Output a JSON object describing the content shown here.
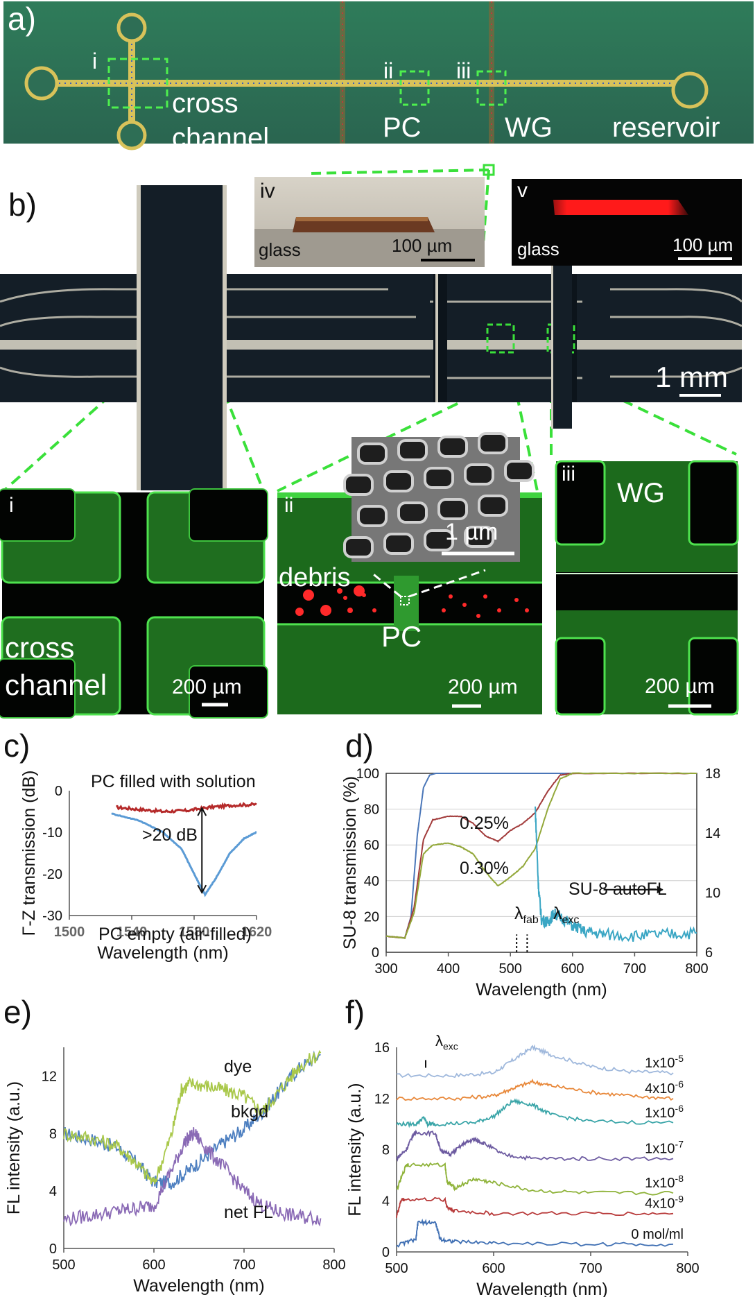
{
  "panels": {
    "a": {
      "letter": "a)",
      "labels": {
        "i": "i",
        "ii": "ii",
        "iii": "iii",
        "cross": "cross",
        "channel": "channel",
        "pc": "PC",
        "wg": "WG",
        "reservoir": "reservoir"
      }
    },
    "b": {
      "letter": "b)",
      "scale": "1 mm",
      "iv": {
        "tag": "iv",
        "glass": "glass",
        "scale": "100 µm"
      },
      "v": {
        "tag": "v",
        "glass": "glass",
        "scale": "100 µm"
      }
    },
    "insets": {
      "i": {
        "tag": "i",
        "text1": "cross",
        "text2": "channel",
        "scale": "200 µm"
      },
      "ii": {
        "tag": "ii",
        "debris": "debris",
        "pc": "PC",
        "scale": "200 µm",
        "sem_scale": "1 µm"
      },
      "iii": {
        "tag": "iii",
        "wg": "WG",
        "scale": "200 µm"
      }
    },
    "c": {
      "letter": "c)",
      "ann_top": "PC filled with solution",
      "ann_mid": ">20 dB",
      "ann_bottom": "PC empty (air-filled)"
    },
    "d": {
      "letter": "d)",
      "ann_025": "0.25%",
      "ann_030": "0.30%",
      "ann_auto": "SU-8 autoFL",
      "lam_fab": "λ",
      "lam_fab_sub": "fab",
      "lam_exc": "λ",
      "lam_exc_sub": "exc"
    },
    "e": {
      "letter": "e)",
      "ann_dye": "dye",
      "ann_bkgd": "bkgd",
      "ann_net": "net FL"
    },
    "f": {
      "letter": "f)",
      "lam_exc": "λ",
      "lam_exc_sub": "exc"
    }
  },
  "chart_data": [
    {
      "id": "c",
      "type": "line",
      "xlabel": "Wavelength (nm)",
      "ylabel": "Γ-Z transmission (dB)",
      "xlim": [
        1500,
        1620
      ],
      "ylim": [
        -30,
        0
      ],
      "xticks": [
        1500,
        1540,
        1580,
        1620
      ],
      "yticks": [
        0,
        -10,
        -20,
        -30
      ],
      "series": [
        {
          "color": "#b52a2a",
          "x": [
            1530,
            1545,
            1560,
            1575,
            1590,
            1605,
            1620
          ],
          "y": [
            -4.0,
            -4.5,
            -5.0,
            -4.8,
            -4.0,
            -3.5,
            -3.3
          ]
        },
        {
          "color": "#5b9bd5",
          "x": [
            1527,
            1545,
            1560,
            1572,
            1580,
            1587,
            1594,
            1603,
            1612,
            1620
          ],
          "y": [
            -5.5,
            -7.2,
            -10.0,
            -14.0,
            -20.0,
            -25.0,
            -21.0,
            -15.0,
            -11.5,
            -10.0
          ]
        }
      ]
    },
    {
      "id": "d",
      "type": "line",
      "xlabel": "Wavelength (nm)",
      "ylabel": "SU-8 transmission (%)",
      "xlim": [
        300,
        800
      ],
      "ylim": [
        0,
        100
      ],
      "y2lim": [
        6,
        18
      ],
      "xticks": [
        300,
        400,
        500,
        600,
        700,
        800
      ],
      "yticks": [
        0,
        20,
        40,
        60,
        80,
        100
      ],
      "y2ticks": [
        6,
        10,
        14,
        18
      ],
      "series": [
        {
          "color": "#4a76b8",
          "x": [
            300,
            330,
            340,
            350,
            360,
            370,
            380,
            800
          ],
          "y": [
            9,
            8,
            20,
            65,
            92,
            99,
            100,
            100
          ]
        },
        {
          "color": "#a23b3b",
          "x": [
            300,
            330,
            345,
            360,
            375,
            400,
            420,
            440,
            460,
            480,
            500,
            520,
            540,
            560,
            580,
            600,
            800
          ],
          "y": [
            9,
            8,
            25,
            63,
            74,
            76,
            76,
            72,
            65,
            62,
            68,
            72,
            78,
            90,
            99,
            100,
            100
          ]
        },
        {
          "color": "#93a83a",
          "x": [
            300,
            330,
            345,
            360,
            375,
            400,
            420,
            440,
            460,
            480,
            500,
            520,
            540,
            560,
            580,
            600,
            800
          ],
          "y": [
            9,
            8,
            22,
            55,
            60,
            61,
            59,
            55,
            45,
            37,
            42,
            48,
            58,
            80,
            97,
            100,
            100
          ]
        },
        {
          "color": "#3aa6c4",
          "axis": "right",
          "x": [
            540,
            545,
            550,
            560,
            570,
            580,
            600,
            620,
            650,
            700,
            750,
            800
          ],
          "y": [
            15.7,
            10.5,
            8.2,
            8.0,
            8.6,
            8.4,
            7.8,
            7.4,
            7.2,
            7.1,
            7.2,
            7.3
          ]
        }
      ]
    },
    {
      "id": "e",
      "type": "line",
      "xlabel": "Wavelength (nm)",
      "ylabel": "FL intensity (a.u.)",
      "xlim": [
        500,
        800
      ],
      "ylim": [
        0,
        14
      ],
      "xticks": [
        500,
        600,
        700,
        800
      ],
      "yticks": [
        0,
        4,
        8,
        12
      ],
      "series": [
        {
          "color": "#4d7fc0",
          "x": [
            500,
            530,
            560,
            580,
            600,
            620,
            640,
            660,
            680,
            700,
            720,
            740,
            760,
            785
          ],
          "y": [
            8,
            7.6,
            7.0,
            6.0,
            4.6,
            4.6,
            5.5,
            6.5,
            7.5,
            8.3,
            9.5,
            11.0,
            12.5,
            13.5
          ]
        },
        {
          "color": "#a9c84a",
          "x": [
            500,
            530,
            560,
            580,
            600,
            620,
            630,
            640,
            660,
            680,
            700,
            720,
            740,
            760,
            785
          ],
          "y": [
            8,
            7.7,
            7.1,
            6.0,
            4.5,
            8.0,
            11.0,
            11.5,
            11.3,
            11.0,
            10.6,
            9.5,
            11.0,
            12.6,
            13.6
          ]
        },
        {
          "color": "#8a6ab5",
          "x": [
            500,
            530,
            560,
            580,
            600,
            620,
            635,
            645,
            660,
            680,
            700,
            720,
            740,
            760,
            785
          ],
          "y": [
            2.0,
            2.3,
            2.6,
            2.8,
            3.0,
            5.5,
            7.5,
            8.0,
            6.8,
            5.5,
            4.0,
            3.0,
            2.5,
            2.2,
            2.1
          ]
        }
      ]
    },
    {
      "id": "f",
      "type": "line",
      "xlabel": "Wavelength (nm)",
      "ylabel": "FL intensity (a.u.)",
      "xlim": [
        500,
        800
      ],
      "ylim": [
        0,
        16
      ],
      "xticks": [
        500,
        600,
        700,
        800
      ],
      "yticks": [
        0,
        4,
        8,
        12,
        16
      ],
      "labels": [
        "1x10",
        "4x10",
        "1x10",
        "1x10",
        "1x10",
        "4x10",
        "0 mol/ml"
      ],
      "label_exps": [
        "-5",
        "-6",
        "-6",
        "-7",
        "-8",
        "-9",
        ""
      ],
      "series": [
        {
          "color": "#9fb8dc",
          "x": [
            500,
            560,
            600,
            620,
            640,
            660,
            700,
            740,
            785
          ],
          "y": [
            13.8,
            13.8,
            14.0,
            15.0,
            16.0,
            15.4,
            14.5,
            14.1,
            14.0
          ]
        },
        {
          "color": "#e8883a",
          "x": [
            500,
            560,
            600,
            620,
            640,
            660,
            700,
            740,
            785
          ],
          "y": [
            12.0,
            12.0,
            12.2,
            12.8,
            13.3,
            13.0,
            12.5,
            12.2,
            12.0
          ]
        },
        {
          "color": "#3aa5a8",
          "x": [
            500,
            520,
            528,
            532,
            540,
            580,
            600,
            620,
            640,
            660,
            700,
            785
          ],
          "y": [
            10.0,
            10.0,
            10.5,
            10.0,
            10.0,
            10.1,
            10.6,
            11.8,
            11.5,
            10.7,
            10.2,
            10.1
          ]
        },
        {
          "color": "#6c5aa0",
          "x": [
            500,
            510,
            518,
            520,
            540,
            545,
            555,
            570,
            580,
            590,
            610,
            640,
            700,
            785
          ],
          "y": [
            7.3,
            8.0,
            9.3,
            9.3,
            9.3,
            8.0,
            7.6,
            8.5,
            8.8,
            8.5,
            7.6,
            7.3,
            7.3,
            7.3
          ]
        },
        {
          "color": "#8fb33a",
          "x": [
            500,
            510,
            512,
            550,
            552,
            560,
            580,
            600,
            640,
            700,
            785
          ],
          "y": [
            4.8,
            6.8,
            6.8,
            6.8,
            5.5,
            5.0,
            5.7,
            5.4,
            4.8,
            4.6,
            4.6
          ]
        },
        {
          "color": "#b83a3a",
          "x": [
            500,
            505,
            508,
            550,
            552,
            560,
            600,
            700,
            785
          ],
          "y": [
            2.8,
            4.1,
            4.1,
            4.1,
            3.5,
            3.2,
            3.0,
            3.0,
            3.0
          ]
        },
        {
          "color": "#3f6fb3",
          "x": [
            500,
            520,
            522,
            540,
            545,
            560,
            600,
            700,
            785
          ],
          "y": [
            0.5,
            1.0,
            2.3,
            2.3,
            1.0,
            0.8,
            0.7,
            0.6,
            0.6
          ]
        }
      ]
    }
  ]
}
